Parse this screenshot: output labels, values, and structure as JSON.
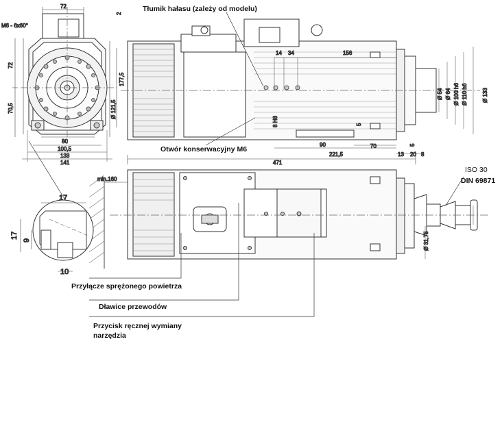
{
  "callouts": {
    "silencer": "Tłumik hałasu (zależy od modelu)",
    "service_hole": "Otwór konserwacyjny M6",
    "air_connector": "Przyłącze sprężonego powietrza",
    "cable_glands": "Dławice przewodów",
    "tool_change_button": "Przycisk ręcznej wymiany narzędzia"
  },
  "standards": {
    "iso": "ISO 30",
    "din": "DIN 69871"
  },
  "dims_front": {
    "top_width": "72",
    "thread": "M6 - 6x60°",
    "height_top": "72",
    "height_bottom": "70,5",
    "h1775": "177,5",
    "d1215": "Ø 121,5",
    "w80": "80",
    "w1005": "100,5",
    "w133": "133",
    "w141": "141",
    "small2": "2"
  },
  "dims_side": {
    "d14": "14",
    "d34": "34",
    "d156": "156",
    "h8": "8 H8",
    "d5": "5",
    "d90": "90",
    "d70": "70",
    "d2215": "221,5",
    "d471": "471",
    "d13": "13",
    "d20": "20",
    "d8": "8",
    "d5b": "5",
    "d54": "Ø 54",
    "d64": "Ø 64",
    "d100": "Ø 100 h6",
    "d110": "Ø 110 h6",
    "d133": "Ø 133"
  },
  "dims_bottom": {
    "min160": "min.160",
    "d3175": "Ø 31,75"
  },
  "dims_detail": {
    "d17top": "17",
    "d17left": "17",
    "d9": "9",
    "d10": "10"
  }
}
